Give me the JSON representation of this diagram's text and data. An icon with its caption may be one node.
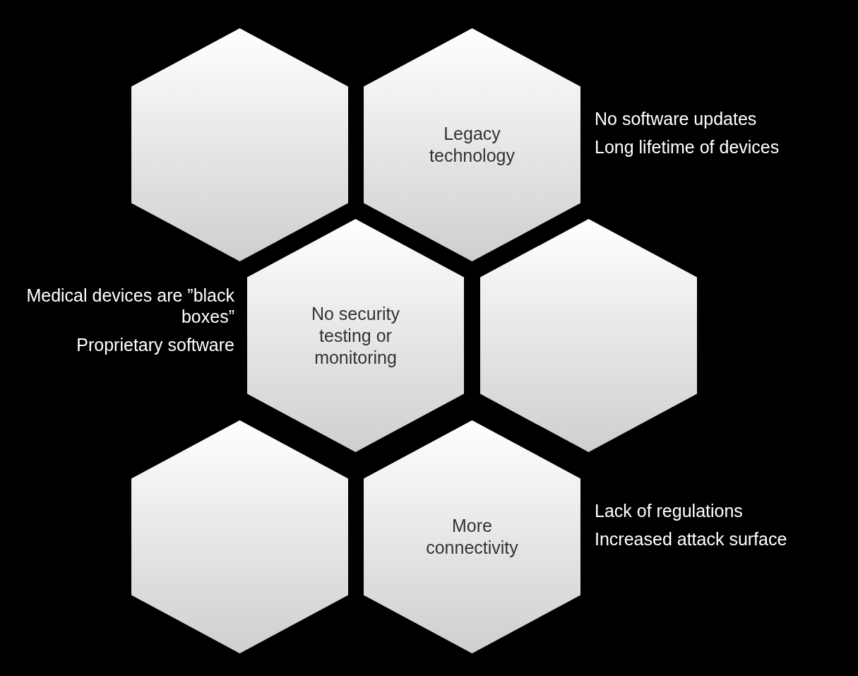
{
  "diagram": {
    "nodes": [
      {
        "text": [],
        "shape": "hexagon"
      },
      {
        "text": [
          "Legacy technology"
        ],
        "beside": [
          "No software updates",
          "Long lifetime of devices"
        ]
      },
      {
        "text": [
          "No security testing or monitoring"
        ],
        "beside": [
          "Medical devices are ”black boxes”",
          "Proprietary software"
        ]
      },
      {
        "text": [],
        "shape": "hexagon"
      },
      {
        "text": [],
        "shape": "hexagon"
      },
      {
        "text": [
          "More connectivity"
        ],
        "beside": [
          "Lack of regulations",
          "Increased attack surface"
        ]
      }
    ]
  }
}
